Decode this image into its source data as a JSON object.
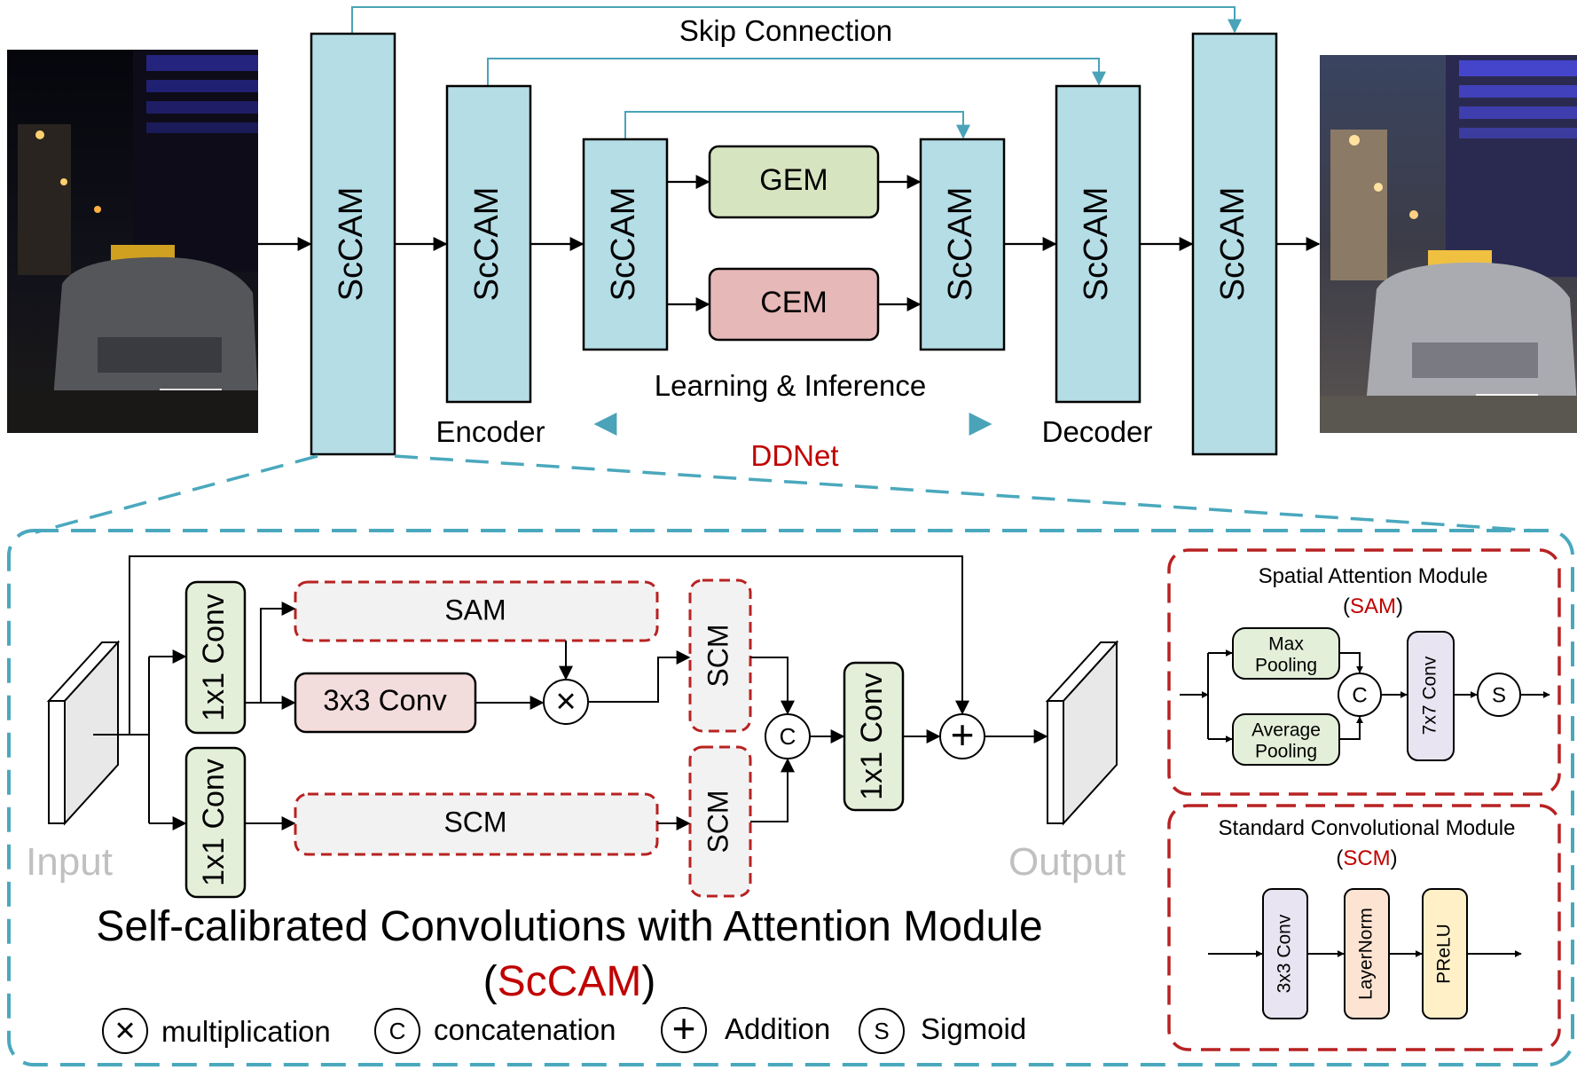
{
  "top": {
    "skip_label": "Skip Connection",
    "sccam_label": "ScCAM",
    "gem_label": "GEM",
    "cem_label": "CEM",
    "encoder_label": "Encoder",
    "decoder_label": "Decoder",
    "learning_label": "Learning & Inference",
    "ddnet_label": "DDNet"
  },
  "sccam": {
    "input_label": "Input",
    "output_label": "Output",
    "conv1x1_label": "1x1 Conv",
    "sam_label": "SAM",
    "conv3x3_label": "3x3 Conv",
    "scm_label": "SCM",
    "title": "Self-calibrated Convolutions with Attention Module",
    "title_abbr": "ScCAM",
    "paren_open": "(",
    "paren_close": ")"
  },
  "legend": {
    "mult_symbol": "×",
    "mult_label": "multiplication",
    "concat_symbol": "C",
    "concat_label": "concatenation",
    "add_symbol": "+",
    "add_label": "Addition",
    "sigmoid_symbol": "S",
    "sigmoid_label": "Sigmoid"
  },
  "sam_module": {
    "title": "Spatial Attention Module",
    "abbr": "SAM",
    "max_pool_line1": "Max",
    "max_pool_line2": "Pooling",
    "avg_pool_line1": "Average",
    "avg_pool_line2": "Pooling",
    "concat_symbol": "C",
    "conv_label": "7x7 Conv",
    "sigmoid_symbol": "S"
  },
  "scm_module": {
    "title": "Standard Convolutional Module",
    "abbr": "SCM",
    "conv_label": "3x3 Conv",
    "norm_label": "LayerNorm",
    "act_label": "PReLU"
  },
  "colors": {
    "block_blue": "#b5dde6",
    "gem_green": "#d6e4c0",
    "cem_pink": "#e6b8b7",
    "skip_line": "#4aa3b8",
    "dashed_teal": "#4aa8bd",
    "dashed_red": "#b82222",
    "accent_red": "#c00000",
    "light_green": "#e4efd9",
    "light_pink": "#f3dcdc",
    "light_gray": "#f2f2f2",
    "lavender": "#e8e4f2",
    "peach": "#fde4d2",
    "cream": "#fff0c8",
    "muted_text": "#c0c0c0"
  }
}
